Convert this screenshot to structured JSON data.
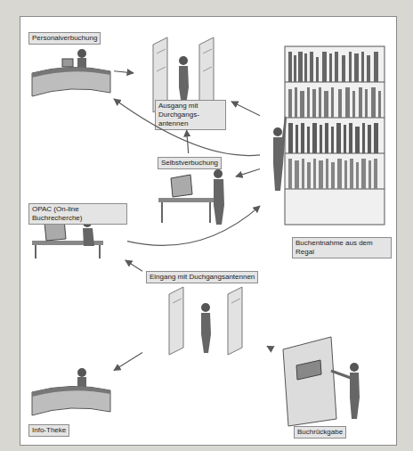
{
  "diagram": {
    "nodes": [
      {
        "text": [
          "Personalverbuchung"
        ]
      },
      {
        "text": [
          "Ausgang mit Durchgangs-antennen"
        ]
      },
      {
        "text": [
          "Selbstverbuchung"
        ]
      },
      {
        "text": [
          "Buchentnahme aus dem Regal"
        ]
      },
      {
        "text": [
          "OPAC (On-line Buchrecherche)"
        ]
      },
      {
        "text": [
          "Eingang mit Duchgangsantennen"
        ]
      },
      {
        "text": [
          "Info-Theke"
        ]
      },
      {
        "text": [
          "Buchrückgabe"
        ]
      }
    ],
    "edges": [
      {
        "from": 0,
        "to": 1,
        "arrow": "to"
      },
      {
        "from": 2,
        "to": 1,
        "arrow": "to"
      },
      {
        "from": 3,
        "to": 1,
        "arrow": "to"
      },
      {
        "from": 3,
        "to": 2,
        "arrow": "to"
      },
      {
        "from": 3,
        "to": 0,
        "arrow": "to"
      },
      {
        "from": 4,
        "to": 3,
        "arrow": "to"
      },
      {
        "from": 5,
        "to": 4,
        "arrow": "to"
      },
      {
        "from": 5,
        "to": 6,
        "arrow": "to"
      },
      {
        "from": 5,
        "to": 7,
        "arrow": "to"
      }
    ]
  }
}
